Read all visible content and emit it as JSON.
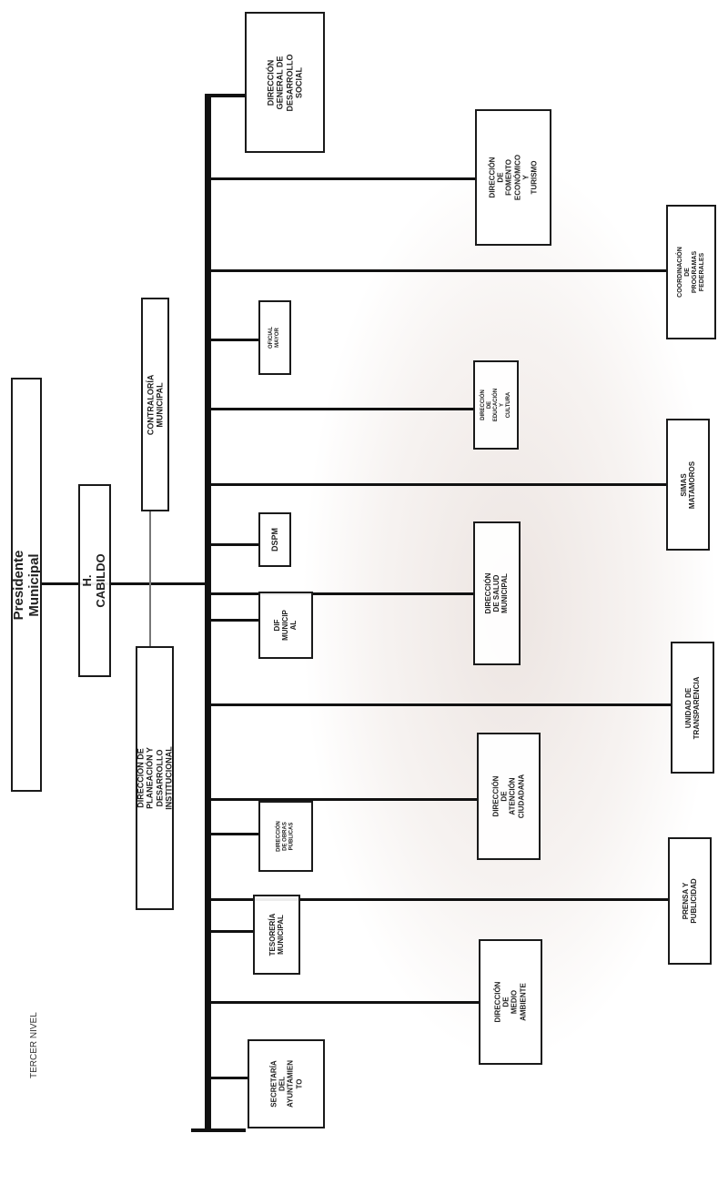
{
  "org_chart": {
    "side_label": "TERCER NIVEL",
    "president": "Presidente Municipal",
    "cabildo": "H. CABILDO",
    "contraloria": "CONTRALORÍA MUNICIPAL",
    "planeacion": "DIRECCIÓN DE PLANEACIÓN Y\nDESARROLLO INSTITUCIONAL",
    "units": {
      "secretaria": "SECRETARÍA\nDEL\nAYUNTAMIEN\nTO",
      "tesoreria": "TESORERÍA\nMUNICIPAL",
      "obras": "DIRECCIÓN\nDE OBRAS\nPÚBLICAS",
      "dif": "DIF\nMUNICIP\nAL",
      "dspm": "DSPM",
      "oficial": "OFICIAL\nMAYOR",
      "social": "DIRECCIÓN\nGENERAL DE\nDESARROLLO\nSOCIAL",
      "medio_ambiente": "DIRECCIÓN DE\nMEDIO\nAMBIENTE",
      "atencion": "DIRECCIÓN DE\nATENCIÓN\nCIUDADANA",
      "salud": "DIRECCIÓN DE SALUD\nMUNICIPAL",
      "educacion": "DIRECCIÓN DE\nEDUCACIÓN Y\nCULTURA",
      "fomento": "DIRECCIÓN DE\nFOMENTO\nECONÓMICO Y\nTURISMO",
      "prensa": "PRENSA Y\nPUBLICIDAD",
      "transparencia": "UNIDAD DE\nTRANSPARENCIA",
      "simas": "SIMAS\nMATAMOROS",
      "programas": "COORDINACIÓN DE\nPROGRAMAS\nFEDERALES"
    }
  }
}
